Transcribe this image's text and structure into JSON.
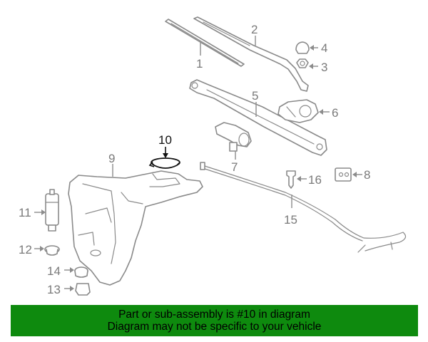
{
  "diagram": {
    "labels": {
      "p1": "1",
      "p2": "2",
      "p3": "3",
      "p4": "4",
      "p5": "5",
      "p6": "6",
      "p7": "7",
      "p8": "8",
      "p9": "9",
      "p10": "10",
      "p11": "11",
      "p12": "12",
      "p13": "13",
      "p14": "14",
      "p15": "15",
      "p16": "16"
    },
    "highlight_part": "10",
    "highlight_color": "#111111",
    "part_color": "#8a8a8a"
  },
  "banner": {
    "line1": "Part or sub-assembly is #10 in diagram",
    "line2": "Diagram may not be specific to your vehicle",
    "color": "#0e8a0e"
  }
}
